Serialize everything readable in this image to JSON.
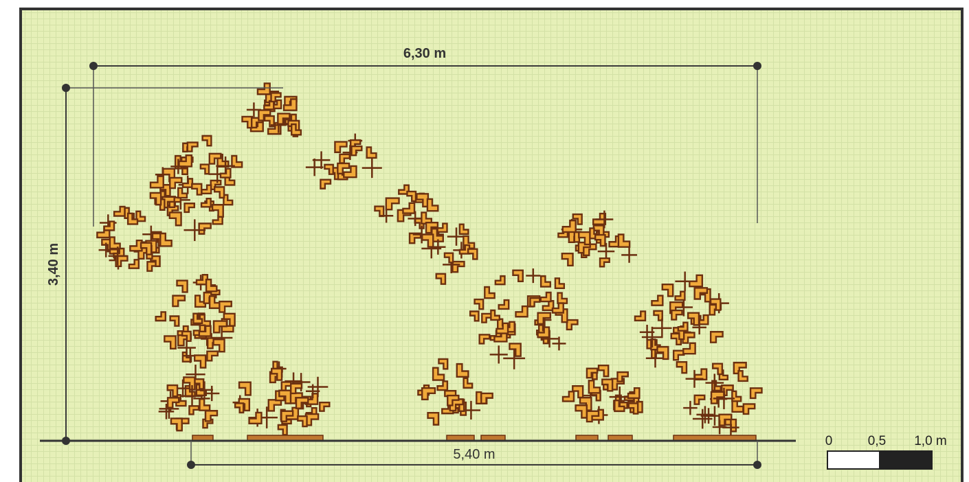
{
  "dimensions": {
    "width_top": "6,30 m",
    "height_left": "3,40 m",
    "width_bottom": "5,40 m"
  },
  "scale_bar": {
    "tick_0": "0",
    "tick_1": "0,5",
    "tick_2": "1,0 m"
  },
  "colors": {
    "background": "#e6f0b8",
    "grid": "#d2e0a4",
    "frame": "#333333",
    "dimension_line": "#3a3a3a",
    "tile_fill": "#f0a93a",
    "tile_stroke": "#6b3010",
    "cross": "#6b3010",
    "base_block": "#c07830"
  }
}
